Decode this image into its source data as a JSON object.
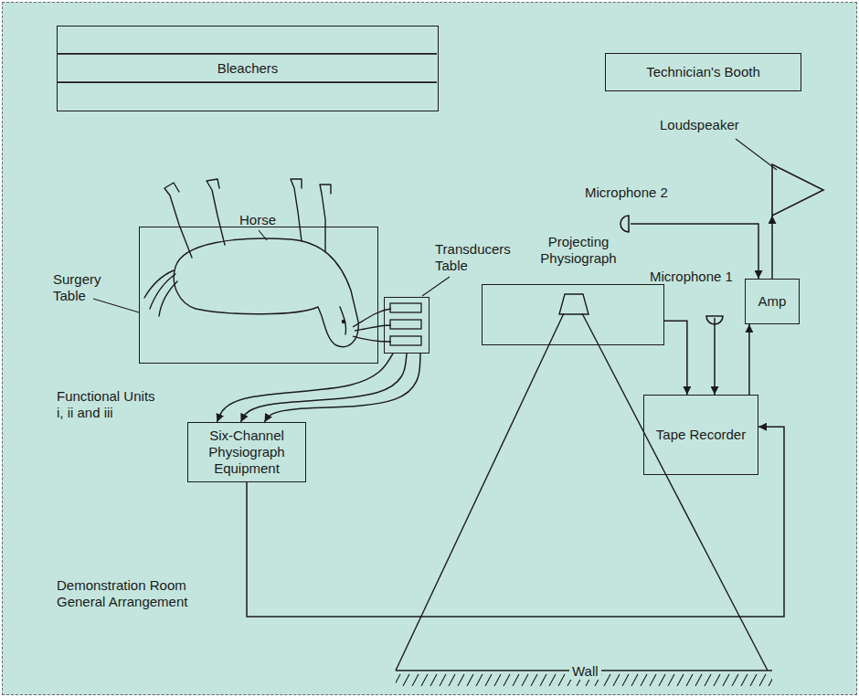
{
  "diagram": {
    "nodes": [
      {
        "text": [
          "Bleachers"
        ]
      },
      {
        "text": [
          "Technician's Booth"
        ]
      },
      {
        "text": [
          "Loudspeaker"
        ]
      },
      {
        "text": [
          "Microphone 2"
        ]
      },
      {
        "text": [
          "Projecting Physiograph"
        ]
      },
      {
        "text": [
          "Microphone 1"
        ]
      },
      {
        "text": [
          "Amp"
        ]
      },
      {
        "text": [
          "Surgery Table"
        ]
      },
      {
        "text": [
          "Transducers Table"
        ]
      },
      {
        "text": [
          "Tape Recorder"
        ]
      },
      {
        "text": [
          "Six-Channel Physiograph Equipment"
        ]
      }
    ],
    "edges": [
      {
        "from": 8,
        "to": 10,
        "arrow": "to"
      },
      {
        "from": 8,
        "to": 10,
        "arrow": "to"
      },
      {
        "from": 8,
        "to": 10,
        "arrow": "to"
      },
      {
        "from": 10,
        "to": 9,
        "arrow": "to"
      },
      {
        "from": 4,
        "to": 9,
        "arrow": "to"
      },
      {
        "from": 5,
        "to": 9,
        "arrow": "to"
      },
      {
        "from": 9,
        "to": 6,
        "arrow": "to"
      },
      {
        "from": 3,
        "to": 6,
        "arrow": "to"
      },
      {
        "from": 6,
        "to": 2,
        "arrow": "to"
      }
    ],
    "labels": [
      "Horse",
      "Functional Units i, ii and iii",
      "Demonstration Room General Arrangement",
      "Wall"
    ]
  }
}
